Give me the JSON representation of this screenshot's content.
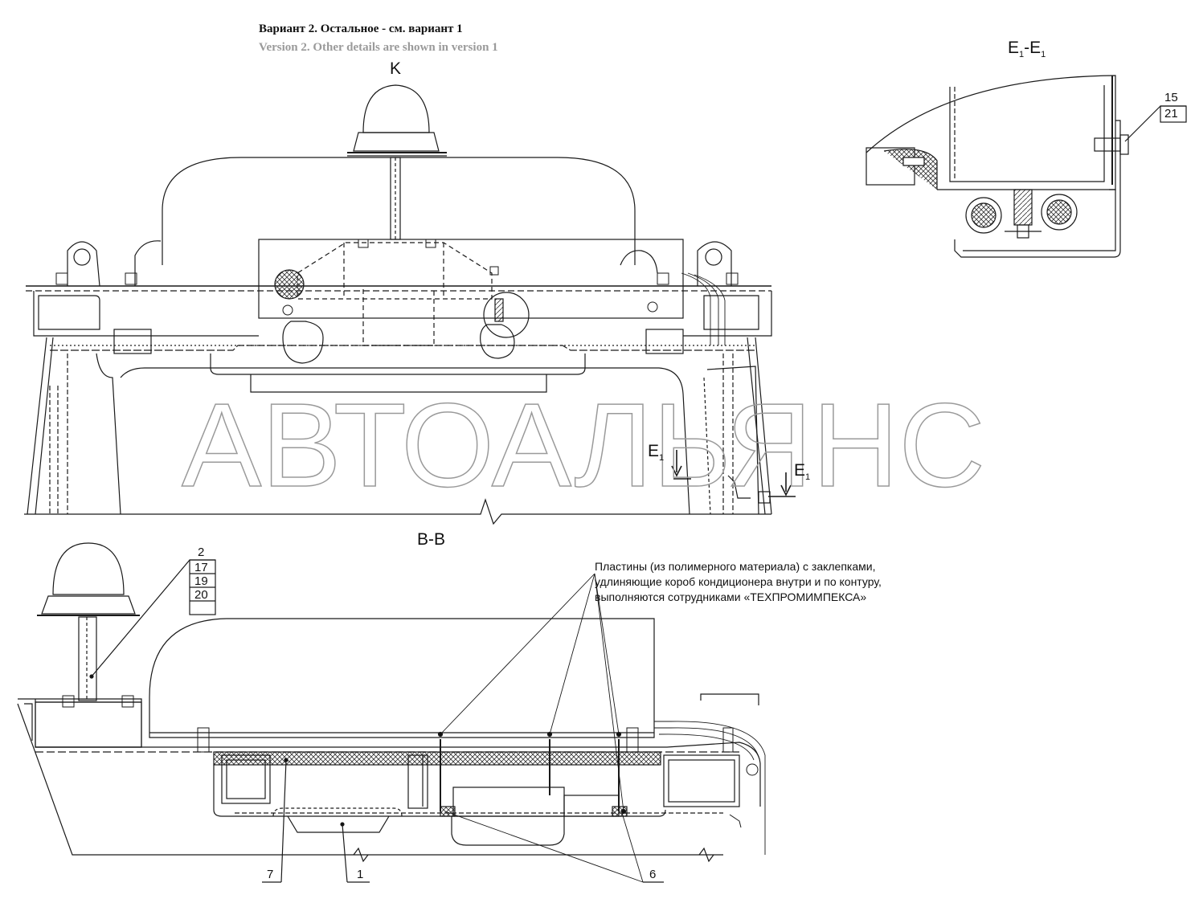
{
  "header": {
    "variant_ru": "Вариант 2. Остальное - см. вариант 1",
    "variant_en": "Version 2. Other details are shown in version 1"
  },
  "views": {
    "view_k": "K",
    "section_bb": "B-B",
    "section_e": "E",
    "section_e_sub": "1",
    "dash": "-"
  },
  "watermark": "АВТОАЛЬЯНС",
  "callouts": {
    "c2": "2",
    "c17": "17",
    "c19": "19",
    "c20": "20",
    "c15": "15",
    "c21": "21",
    "c7": "7",
    "c1": "1",
    "c6": "6"
  },
  "note": {
    "line1": "Пластины (из полимерного материала) с заклепками,",
    "line2": "удлиняющие короб кондиционера внутри и по контуру,",
    "line3": "выполняются сотрудниками «ТЕХПРОМИМПЕКСА»"
  },
  "colors": {
    "line": "#1a1a1a",
    "watermark": "#9a9a9a",
    "hatch": "#333333"
  }
}
